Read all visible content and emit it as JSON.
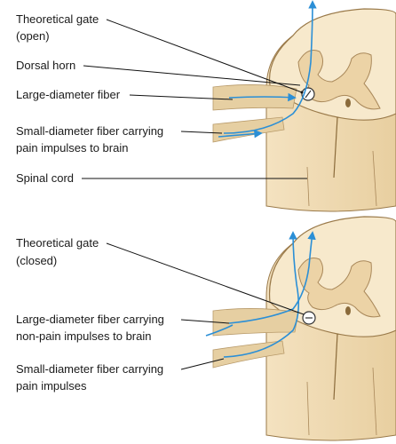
{
  "panels": [
    {
      "gate_label_line1": "Theoretical gate",
      "gate_label_line2": "(open)",
      "dorsal_horn_label": "Dorsal horn",
      "large_fiber_label": "Large-diameter fiber",
      "small_fiber_line1": "Small-diameter fiber carrying",
      "small_fiber_line2": "pain impulses to brain",
      "spinal_cord_label": "Spinal cord"
    },
    {
      "gate_label_line1": "Theoretical gate",
      "gate_label_line2": "(closed)",
      "large_fiber_line1": "Large-diameter fiber carrying",
      "large_fiber_line2": "non-pain impulses to brain",
      "small_fiber_line1": "Small-diameter fiber carrying",
      "small_fiber_line2": "pain impulses"
    }
  ],
  "colors": {
    "cord_outer": "#f0dcb8",
    "cord_inner": "#f8ecd2",
    "cord_edge": "#8a6a3a",
    "fiber": "#e6cfa2",
    "arrow": "#2b8fd6"
  }
}
